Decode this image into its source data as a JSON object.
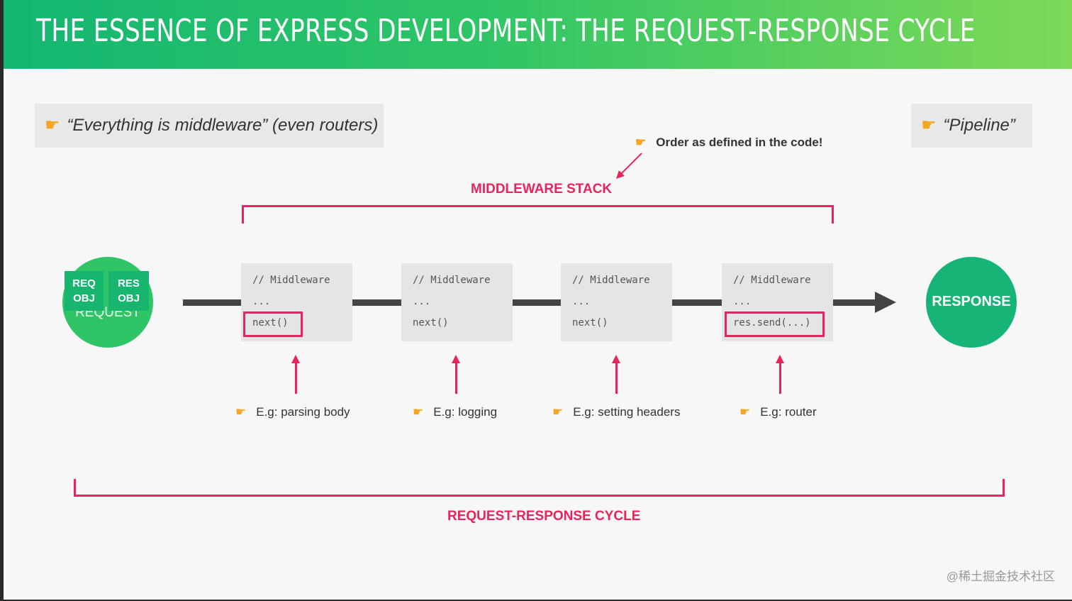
{
  "header": {
    "title": "THE ESSENCE OF EXPRESS DEVELOPMENT: THE REQUEST-RESPONSE CYCLE"
  },
  "icons": {
    "pointer": "☛"
  },
  "callouts": {
    "left": "“Everything is middleware” (even routers)",
    "right": "“Pipeline”"
  },
  "order_note": "Order as defined in the code!",
  "middleware_stack_label": "MIDDLEWARE STACK",
  "cycle_label": "REQUEST-RESPONSE CYCLE",
  "request": {
    "label": "REQUEST",
    "req_obj": "REQ\nOBJ",
    "res_obj": "RES\nOBJ"
  },
  "response": {
    "label": "RESPONSE"
  },
  "middlewares": [
    {
      "line1": "// Middleware",
      "line2": "...",
      "line3": "next()",
      "example": "E.g: parsing body"
    },
    {
      "line1": "// Middleware",
      "line2": "...",
      "line3": "next()",
      "example": "E.g: logging"
    },
    {
      "line1": "// Middleware",
      "line2": "...",
      "line3": "next()",
      "example": "E.g: setting headers"
    },
    {
      "line1": "// Middleware",
      "line2": "...",
      "line3": "res.send(...)",
      "example": "E.g: router"
    }
  ],
  "watermark": "@稀土掘金技术社区",
  "colors": {
    "accent_pink": "#e8245c",
    "green": "#2fc566",
    "pointer": "#f5a623"
  }
}
